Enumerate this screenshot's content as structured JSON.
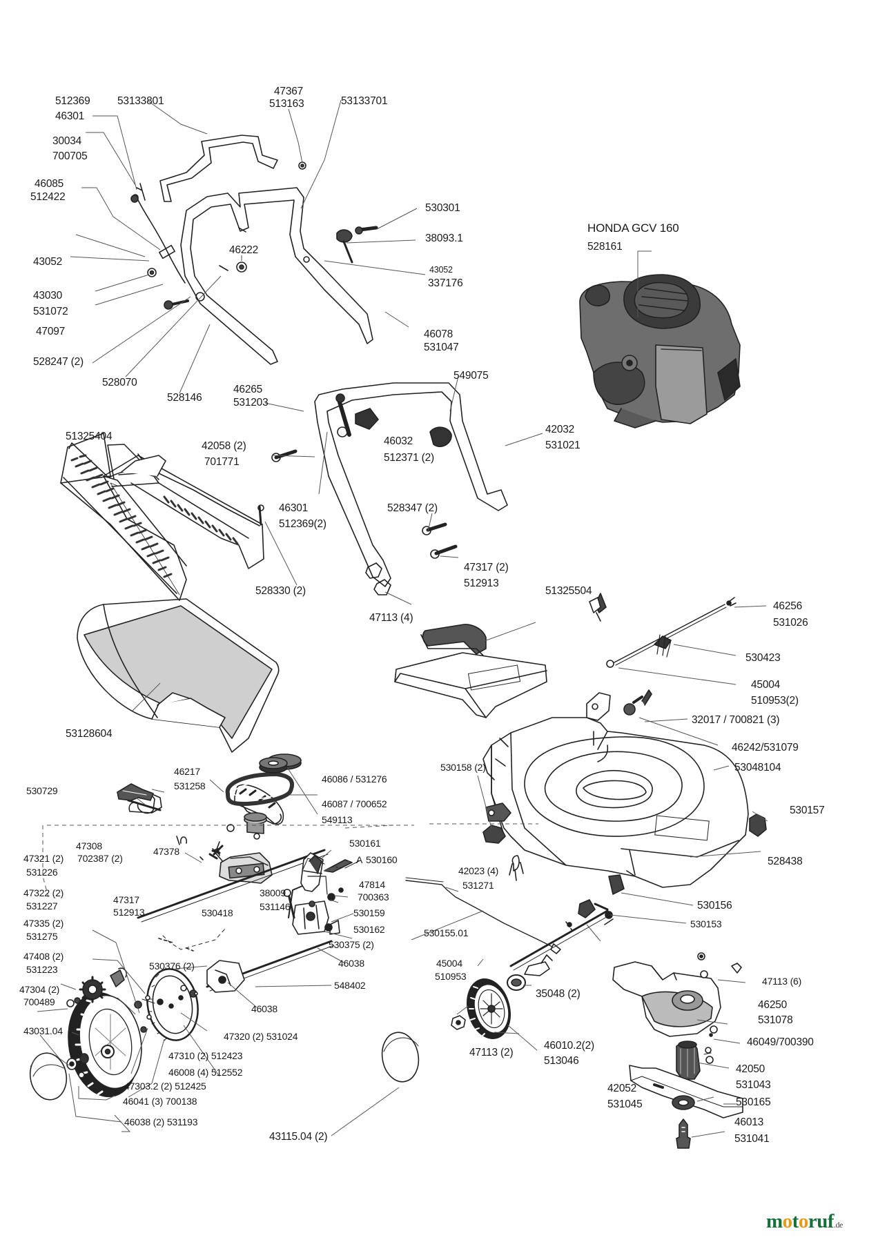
{
  "diagram": {
    "engine": {
      "model": "HONDA GCV 160",
      "part": "528161"
    },
    "labels": {
      "l1": "512369",
      "l2": "46301",
      "l3": "53133801",
      "l4": "47367",
      "l5": "513163",
      "l6": "53133701",
      "l7": "30034",
      "l8": "700705",
      "l9": "46085",
      "l10": "512422",
      "l11": "43052",
      "l12": "43030",
      "l13": "531072",
      "l14": "47097",
      "l15": "528247 (2)",
      "l16": "528070",
      "l17": "528146",
      "l18": "46222",
      "l19": "530301",
      "l20": "38093.1",
      "l21": "43052",
      "l22": "337176",
      "l23": "46078",
      "l24": "531047",
      "l25": "46265",
      "l26": "531203",
      "l27": "549075",
      "l28": "51325404",
      "l29": "42058 (2)",
      "l30": "701771",
      "l31": "46032",
      "l32": "512371 (2)",
      "l33": "42032",
      "l34": "531021",
      "l35": "46301",
      "l36": "512369(2)",
      "l37": "528347 (2)",
      "l38": "47317 (2)",
      "l39": "512913",
      "l40": "528330 (2)",
      "l41": "47113 (4)",
      "l42": "51325504",
      "l43": "46256",
      "l44": "531026",
      "l45": "530423",
      "l46": "45004",
      "l47": "510953(2)",
      "l48": "32017 / 700821 (3)",
      "l49": "46242/531079",
      "l50": "53048104",
      "l51": "53128604",
      "l52": "530158 (2)",
      "l53": "530157",
      "l54": "528438",
      "l55": "46217",
      "l56": "531258",
      "l57": "46086 / 531276",
      "l58": "46087 / 700652",
      "l59": "549113",
      "l60": "530729",
      "l61": "47308",
      "l62": "702387 (2)",
      "l63": "47321 (2)",
      "l64": "531226",
      "l65": "47378",
      "l66": "530161",
      "l67": "530160",
      "l68": "A",
      "l69": "47814",
      "l70": "700363",
      "l71": "47322 (2)",
      "l72": "531227",
      "l73": "47317",
      "l74": "512913",
      "l75": "38009",
      "l76": "531146",
      "l77": "530159",
      "l78": "530418",
      "l79": "47335 (2)",
      "l80": "531275",
      "l81": "530162",
      "l82": "530375 (2)",
      "l83": "42023 (4)",
      "l84": "531271",
      "l85": "530156",
      "l86": "530153",
      "l87": "530155.01",
      "l88": "47408 (2)",
      "l89": "531223",
      "l90": "530376 (2)",
      "l91": "46038",
      "l92": "548402",
      "l93": "46038",
      "l94": "47304 (2)",
      "l95": "700489",
      "l96": "43031.04",
      "l97": "47320 (2) 531024",
      "l98": "47310 (2) 512423",
      "l99": "46008 (4) 512552",
      "l100": "47303.2 (2) 512425",
      "l101": "46041 (3) 700138",
      "l102": "46038 (2) 531193",
      "l103": "43115.04 (2)",
      "l104": "45004",
      "l105": "510953",
      "l106": "35048 (2)",
      "l107": "47113 (6)",
      "l108": "46250",
      "l109": "531078",
      "l110": "46049/700390",
      "l111": "47113 (2)",
      "l112": "46010.2(2)",
      "l113": "513046",
      "l114": "42050",
      "l115": "531043",
      "l116": "42052",
      "l117": "531045",
      "l118": "530165",
      "l119": "46013",
      "l120": "531041"
    }
  },
  "brand": {
    "name": "motoruf",
    "suffix": ".de"
  }
}
